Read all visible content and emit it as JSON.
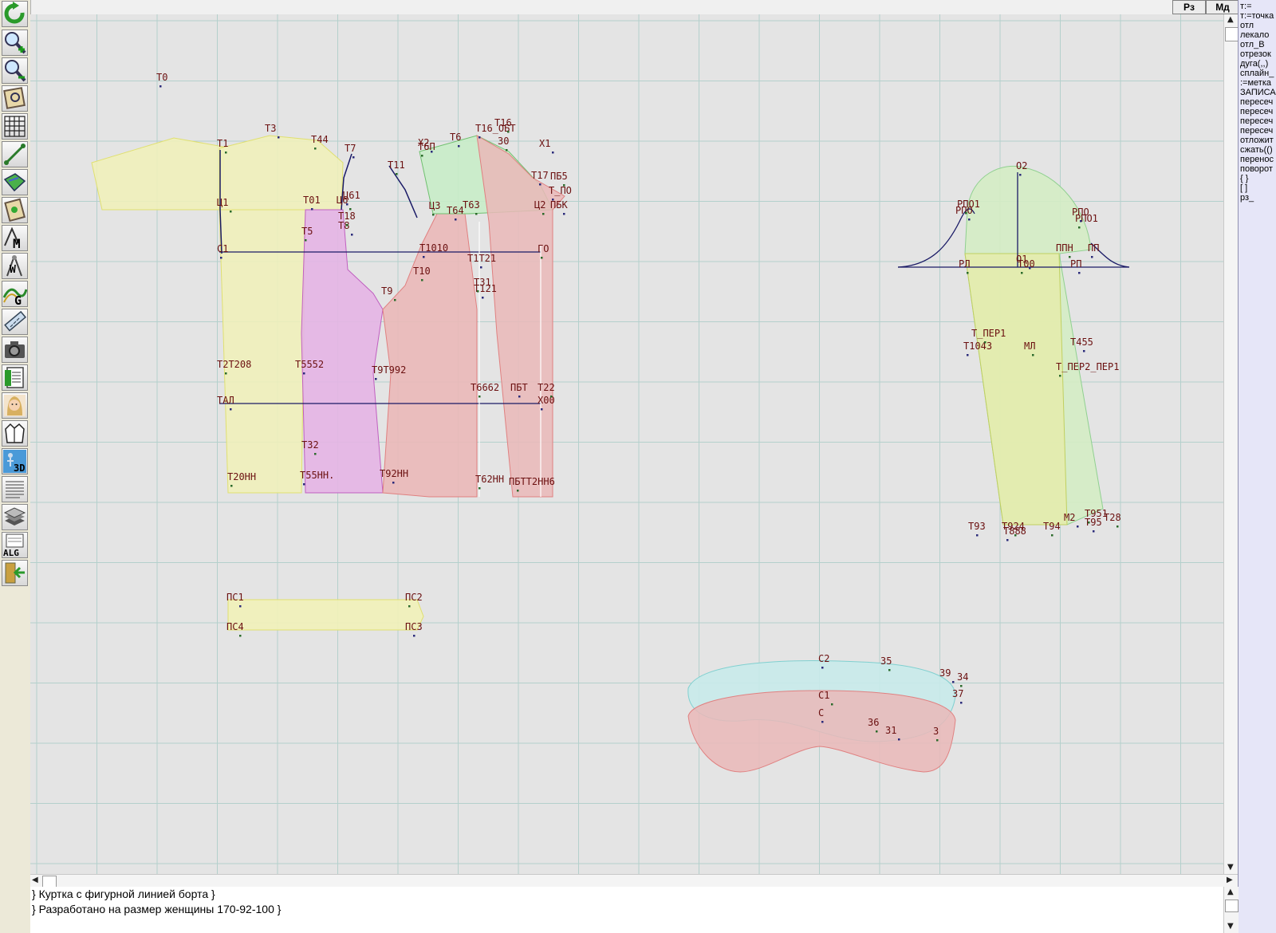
{
  "topbar": {
    "rz_label": "Рз",
    "md_label": "Мд"
  },
  "tools": [
    {
      "name": "refresh-icon"
    },
    {
      "name": "zoom-in-icon"
    },
    {
      "name": "zoom-out-icon"
    },
    {
      "name": "fit-view-icon"
    },
    {
      "name": "grid-icon"
    },
    {
      "name": "line-tool-icon"
    },
    {
      "name": "map-icon"
    },
    {
      "name": "pattern-icon"
    },
    {
      "name": "measurements-m-icon",
      "label": "M"
    },
    {
      "name": "compass-w-icon",
      "label": "W"
    },
    {
      "name": "graph-g-icon",
      "label": "G"
    },
    {
      "name": "ruler-icon"
    },
    {
      "name": "camera-icon"
    },
    {
      "name": "table-icon"
    },
    {
      "name": "model-photo-icon"
    },
    {
      "name": "jacket-icon"
    },
    {
      "name": "figure-3d-icon",
      "label": "3D"
    },
    {
      "name": "text-document-icon"
    },
    {
      "name": "layers-icon"
    },
    {
      "name": "algorithm-icon",
      "label": "ALG"
    },
    {
      "name": "exit-icon"
    }
  ],
  "commands": [
    "т:=",
    "т:=точка",
    "отл",
    "лекало",
    "отл_В",
    "отрезок",
    "дуга(,,)",
    "сплайн_",
    ":=метка",
    "ЗАПИСА",
    "пересеч",
    "пересеч",
    "пересеч",
    "пересеч",
    "отложит",
    "сжать(()",
    "перенос",
    "поворот",
    "{ }",
    "[ ]",
    "рз_"
  ],
  "status": {
    "line1": "} Куртка с фигурной линией борта }",
    "line2": "} Разработано на размер женщины 170-92-100 }"
  },
  "canvas": {
    "colors": {
      "background": "#e4e4e4",
      "grid": "#b4d0cc",
      "construction": "#1a1a66",
      "label": "#6b1010"
    },
    "labels": {
      "t0": "Т0",
      "t1": "Т1",
      "t3": "Т3",
      "t4": "Т44",
      "t7": "Т7",
      "c1": "Ц1",
      "cc1": "С1",
      "t2008": "Т2Т208",
      "tal": "ТАЛ",
      "t20nn": "Т20НН",
      "t1b": "Т01",
      "t4b": "Ц6",
      "t6c": "Ц61",
      "t18": "Т18",
      "t8": "Т8",
      "t5": "Т5",
      "t552": "Т5552",
      "t32": "Т32",
      "t55nn": "Т55НН.",
      "t11": "Т11",
      "x2": "Х2",
      "t6p": "Т6П",
      "t6": "Т6",
      "t16": "Т16",
      "t16obt": "Т16_ОБТ",
      "n30": "30",
      "x1": "Х1",
      "c3": "Ц3",
      "t64": "Т64",
      "t63": "Т63",
      "t1010": "Т1010",
      "t10": "Т10",
      "t121": "Т1Т21",
      "t31": "Т31",
      "t121b": "Т121",
      "t9": "Т9",
      "t992": "Т9Т992",
      "t96": "Т6662",
      "t92nn": "Т92НН",
      "t62nn": "Т62НН",
      "t17": "Т17",
      "pb5": "ПБ5",
      "tpo": "Т_ПО",
      "c2": "Ц2",
      "pbk": "ПБК",
      "go": "ГО",
      "pbt": "ПБТ",
      "t22": "Т22",
      "x00": "Х00",
      "pbt2": "ПБТТ2НН6",
      "ps1": "ПС1",
      "ps2": "ПС2",
      "ps3": "ПС3",
      "ps4": "ПС4",
      "o2": "О2",
      "rpo": "РПО",
      "rpo_l": "РПО1",
      "rp0": "РПО",
      "rpo1": "РПО1",
      "ppn": "ППН",
      "pp": "ПП",
      "rl": "РЛ",
      "o1": "О1",
      "o0": "Т00",
      "rp": "РП",
      "tper": "Т_ПЕР1",
      "t43": "Т1043",
      "ml": "МЛ",
      "t455": "Т455",
      "tper2": "Т_ПЕР2_ПЕР1",
      "t93": "Т93",
      "t924": "Т924",
      "t888": "Т888",
      "t94": "Т94",
      "m2": "М2",
      "t951": "Т951",
      "t95": "Т95",
      "t28": "Т28",
      "cc2": "С2",
      "n35": "35",
      "n39": "39",
      "n34": "34",
      "n37": "37",
      "cc1b": "С1",
      "cc": "С",
      "n36": "36",
      "n31": "31",
      "n3": "3"
    }
  }
}
